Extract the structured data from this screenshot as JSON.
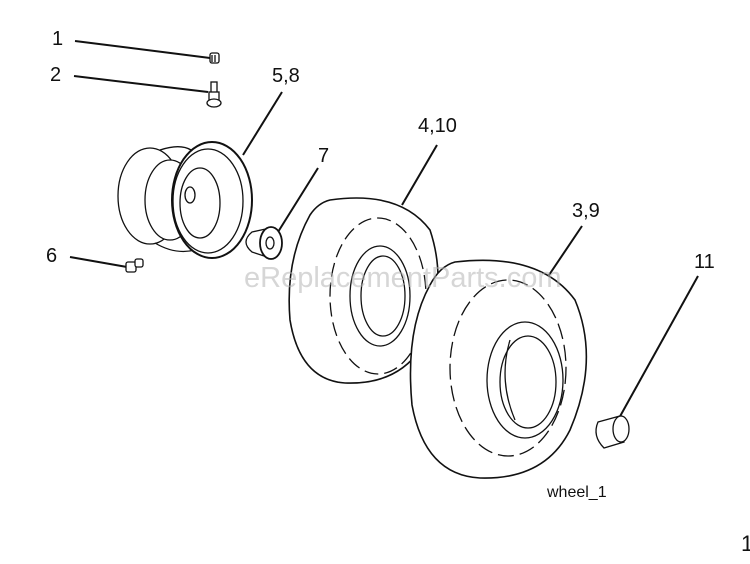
{
  "diagram": {
    "callouts": [
      {
        "id": "1",
        "label": "1",
        "part": "valve-cap"
      },
      {
        "id": "2",
        "label": "2",
        "part": "valve-stem"
      },
      {
        "id": "5,8",
        "label": "5,8",
        "part": "rim"
      },
      {
        "id": "6",
        "label": "6",
        "part": "grease-fitting"
      },
      {
        "id": "7",
        "label": "7",
        "part": "bushing"
      },
      {
        "id": "4,10",
        "label": "4,10",
        "part": "tire-front"
      },
      {
        "id": "3,9",
        "label": "3,9",
        "part": "tire-rear"
      },
      {
        "id": "11",
        "label": "11",
        "part": "hub-cap"
      }
    ],
    "figure_caption": "wheel_1",
    "page_number": "1",
    "watermark": "eReplacementParts.com",
    "line_color": "#111111"
  }
}
